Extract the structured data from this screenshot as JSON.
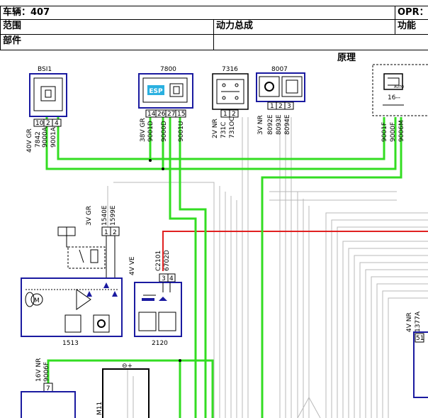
{
  "header": {
    "vehicle": "车辆：407",
    "opr": "OPR：",
    "scope_label": "范围",
    "scope_value": "动力总成",
    "function_label": "功能",
    "part_label": "部件",
    "diagram_type": "原理"
  },
  "components": {
    "bsi": {
      "id": "BSI1",
      "pins": [
        "10",
        "2",
        "4"
      ],
      "wires": [
        "7842",
        "9000A",
        "9001A"
      ],
      "bundle": "40V GR"
    },
    "esp": {
      "id": "7800",
      "badge": "ESP",
      "pins": [
        "14",
        "26",
        "27",
        "15"
      ],
      "wires": [
        "9001D",
        "9000D",
        "9001U"
      ],
      "bundle": "38V GR"
    },
    "c7316": {
      "id": "7316",
      "pins": [
        "1",
        "2"
      ],
      "wires": [
        "731C",
        "731OC"
      ],
      "bundle": "2V NR"
    },
    "c8007": {
      "id": "8007",
      "pins": [
        "1",
        "2",
        "3"
      ],
      "wires": [
        "8092E",
        "8093E",
        "8094E"
      ],
      "bundle": "3V NR"
    },
    "c16": {
      "id": "16--",
      "icon_text": "AUTO",
      "wires": [
        "9001F",
        "9000F",
        "9006M"
      ]
    },
    "c1513": {
      "id": "1513",
      "pins": [
        "1",
        "2"
      ],
      "wires": [
        "1540E",
        "1599E"
      ],
      "bundle": "3V GR"
    },
    "c2120": {
      "id": "2120",
      "pins": [
        "3",
        "4"
      ],
      "wires": [
        "C2101",
        "6702D"
      ],
      "bundle": "4V VE"
    },
    "bottom_left": {
      "pin": "7",
      "wire": "9006F",
      "bundle": "16V NR"
    },
    "right_conn": {
      "pin": "51",
      "wire": "1377A",
      "bundle": "4V NR"
    },
    "ground": {
      "id": "M11",
      "polarity": "⊖+"
    }
  }
}
